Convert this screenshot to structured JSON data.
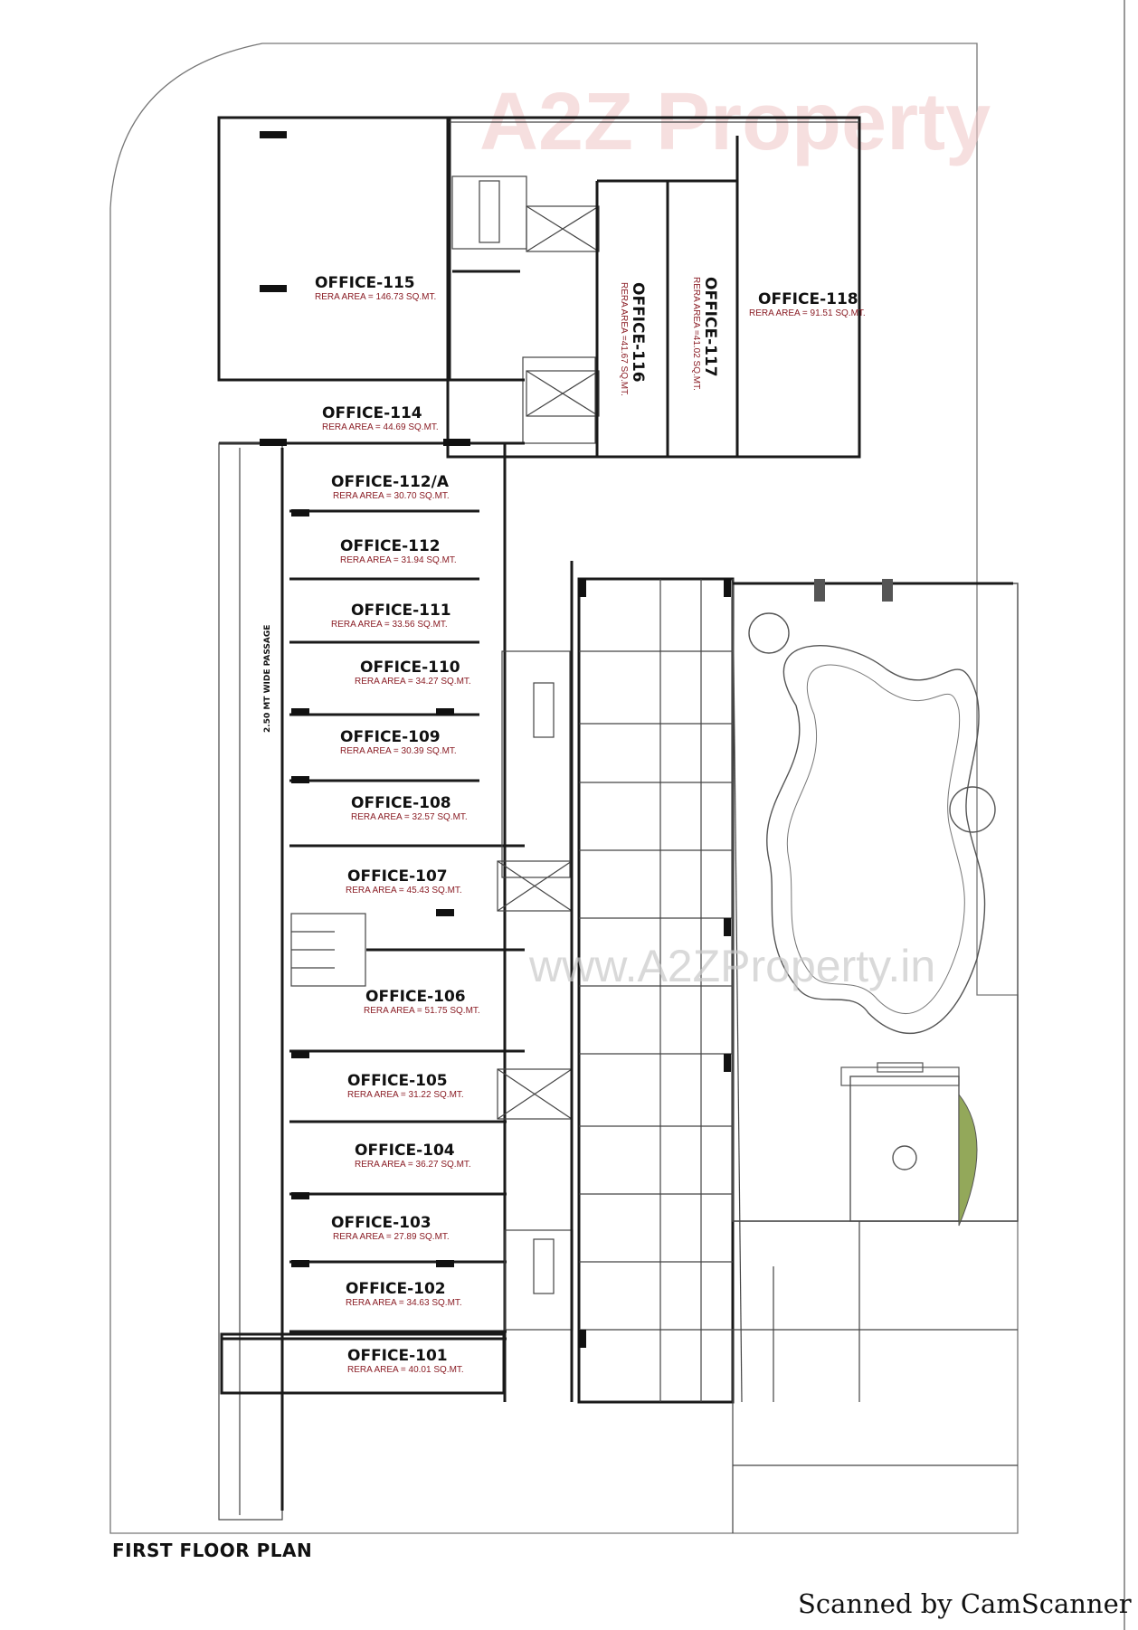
{
  "watermarks": {
    "logo_text": "A2Z Property",
    "site_text": "www.A2ZProperty.in"
  },
  "passage_label": "2.50 MT WIDE PASSAGE",
  "offices": [
    {
      "id": "115",
      "name": "OFFICE-115",
      "area": "RERA AREA = 146.73 SQ.MT."
    },
    {
      "id": "114",
      "name": "OFFICE-114",
      "area": "RERA AREA = 44.69 SQ.MT."
    },
    {
      "id": "116",
      "name": "OFFICE-116",
      "area": "RERA AREA =41.67 SQ.MT."
    },
    {
      "id": "117",
      "name": "OFFICE-117",
      "area": "RERA AREA =41.02 SQ.MT."
    },
    {
      "id": "118",
      "name": "OFFICE-118",
      "area": "RERA AREA = 91.51 SQ.MT."
    },
    {
      "id": "112a",
      "name": "OFFICE-112/A",
      "area": "RERA AREA = 30.70 SQ.MT."
    },
    {
      "id": "112",
      "name": "OFFICE-112",
      "area": "RERA AREA = 31.94 SQ.MT."
    },
    {
      "id": "111",
      "name": "OFFICE-111",
      "area": "RERA AREA = 33.56 SQ.MT."
    },
    {
      "id": "110",
      "name": "OFFICE-110",
      "area": "RERA AREA = 34.27 SQ.MT."
    },
    {
      "id": "109",
      "name": "OFFICE-109",
      "area": "RERA AREA = 30.39 SQ.MT."
    },
    {
      "id": "108",
      "name": "OFFICE-108",
      "area": "RERA AREA = 32.57 SQ.MT."
    },
    {
      "id": "107",
      "name": "OFFICE-107",
      "area": "RERA AREA = 45.43 SQ.MT."
    },
    {
      "id": "106",
      "name": "OFFICE-106",
      "area": "RERA AREA = 51.75 SQ.MT."
    },
    {
      "id": "105",
      "name": "OFFICE-105",
      "area": "RERA AREA = 31.22 SQ.MT."
    },
    {
      "id": "104",
      "name": "OFFICE-104",
      "area": "RERA AREA = 36.27 SQ.MT."
    },
    {
      "id": "103",
      "name": "OFFICE-103",
      "area": "RERA AREA = 27.89 SQ.MT."
    },
    {
      "id": "102",
      "name": "OFFICE-102",
      "area": "RERA AREA = 34.63 SQ.MT."
    },
    {
      "id": "101",
      "name": "OFFICE-101",
      "area": "RERA AREA = 40.01 SQ.MT."
    }
  ],
  "plan_title": "FIRST FLOOR PLAN",
  "scanner_credit": "Scanned by CamScanner",
  "colors": {
    "area_text": "#8a1c24",
    "wall": "#1a1a1a",
    "lawn_green": "#93a85a"
  }
}
